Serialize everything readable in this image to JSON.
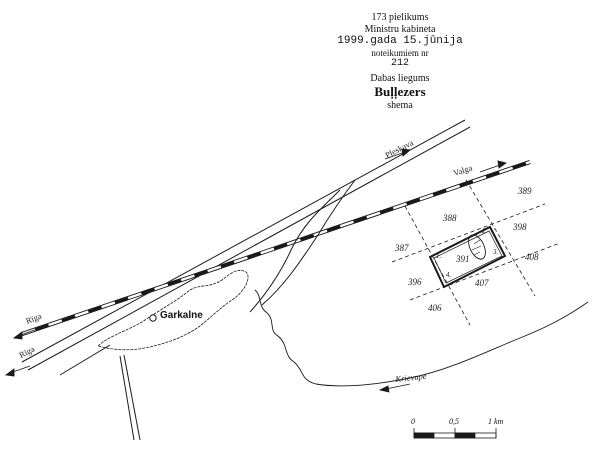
{
  "header": {
    "annex": "173 pielikums",
    "cabinet": "Ministru kabineta",
    "date": "1999.gada 15.jūnija",
    "regulation": "noteikumiem nr",
    "number": "212",
    "reserve_type": "Dabas liegums",
    "reserve_name": "Buļļezers",
    "scheme": "shema"
  },
  "places": {
    "pleskava": "Pleskava",
    "valga": "Valga",
    "riga_rail": "Rīga",
    "riga_road": "Rīga",
    "garkalne": "Garkalne",
    "krievupe": "Krievupe"
  },
  "quarters": {
    "q387": "387",
    "q388": "388",
    "q389": "389",
    "q398": "398",
    "q391": "391",
    "q396": "396",
    "q407": "407",
    "q408": "408",
    "q406": "406"
  },
  "corners": {
    "c1": "1.",
    "c2": "2.",
    "c3": "3.",
    "c4": "4."
  },
  "scale": {
    "t0": "0",
    "t1": "0,5",
    "t2": "1 km"
  },
  "colors": {
    "line": "#1a1a1a",
    "background": "#ffffff"
  }
}
